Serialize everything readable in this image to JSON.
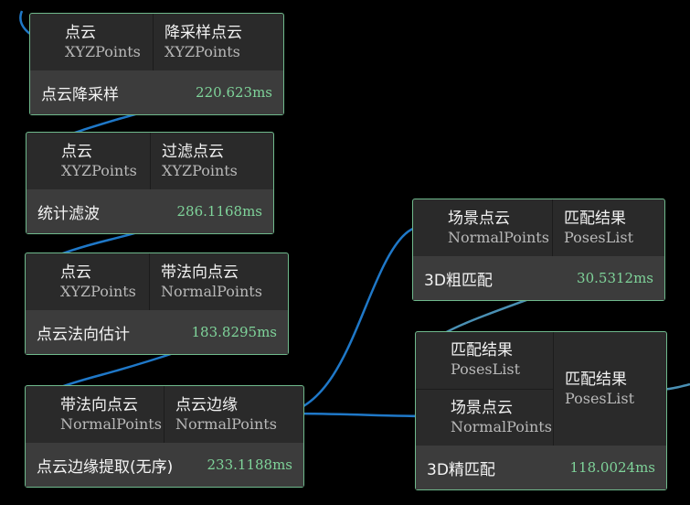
{
  "colors": {
    "background": "#000000",
    "node_border": "#6fb98c",
    "wire": "#1f78c8",
    "wire_poses": "#4a90b4",
    "timing_text": "#7fd49a"
  },
  "nodes": [
    {
      "title": "点云降采样",
      "time": "220.623ms",
      "inputs": [
        {
          "name": "点云",
          "type": "XYZPoints"
        }
      ],
      "outputs": [
        {
          "name": "降采样点云",
          "type": "XYZPoints"
        }
      ]
    },
    {
      "title": "统计滤波",
      "time": "286.1168ms",
      "inputs": [
        {
          "name": "点云",
          "type": "XYZPoints"
        }
      ],
      "outputs": [
        {
          "name": "过滤点云",
          "type": "XYZPoints"
        }
      ]
    },
    {
      "title": "点云法向估计",
      "time": "183.8295ms",
      "inputs": [
        {
          "name": "点云",
          "type": "XYZPoints"
        }
      ],
      "outputs": [
        {
          "name": "带法向点云",
          "type": "NormalPoints"
        }
      ]
    },
    {
      "title": "点云边缘提取(无序)",
      "time": "233.1188ms",
      "inputs": [
        {
          "name": "带法向点云",
          "type": "NormalPoints"
        }
      ],
      "outputs": [
        {
          "name": "点云边缘",
          "type": "NormalPoints"
        }
      ]
    },
    {
      "title": "3D粗匹配",
      "time": "30.5312ms",
      "inputs": [
        {
          "name": "场景点云",
          "type": "NormalPoints"
        }
      ],
      "outputs": [
        {
          "name": "匹配结果",
          "type": "PosesList"
        }
      ]
    },
    {
      "title": "3D精匹配",
      "time": "118.0024ms",
      "inputs": [
        {
          "name": "匹配结果",
          "type": "PosesList"
        },
        {
          "name": "场景点云",
          "type": "NormalPoints"
        }
      ],
      "outputs": [
        {
          "name": "匹配结果",
          "type": "PosesList"
        }
      ]
    }
  ]
}
